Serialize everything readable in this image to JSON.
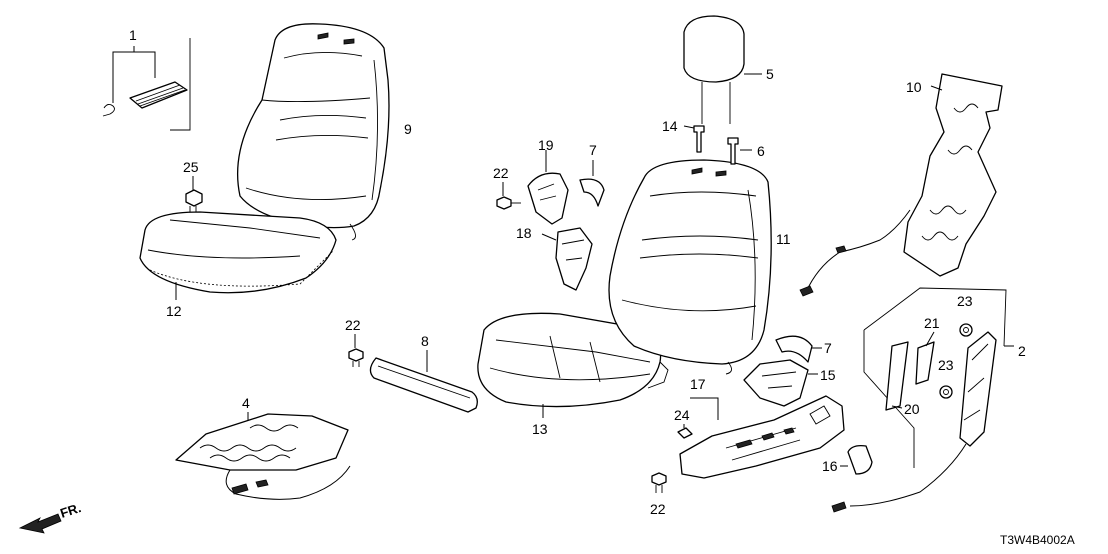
{
  "diagram_code": "T3W4B4002A",
  "direction_label": "FR.",
  "callouts": {
    "c1": "1",
    "c2": "2",
    "c4": "4",
    "c5": "5",
    "c6": "6",
    "c7a": "7",
    "c7b": "7",
    "c8": "8",
    "c9": "9",
    "c10": "10",
    "c11": "11",
    "c12": "12",
    "c13": "13",
    "c14": "14",
    "c15": "15",
    "c16": "16",
    "c17": "17",
    "c18": "18",
    "c19": "19",
    "c20": "20",
    "c21": "21",
    "c22a": "22",
    "c22b": "22",
    "c22c": "22",
    "c23a": "23",
    "c23b": "23",
    "c24": "24",
    "c25": "25"
  }
}
